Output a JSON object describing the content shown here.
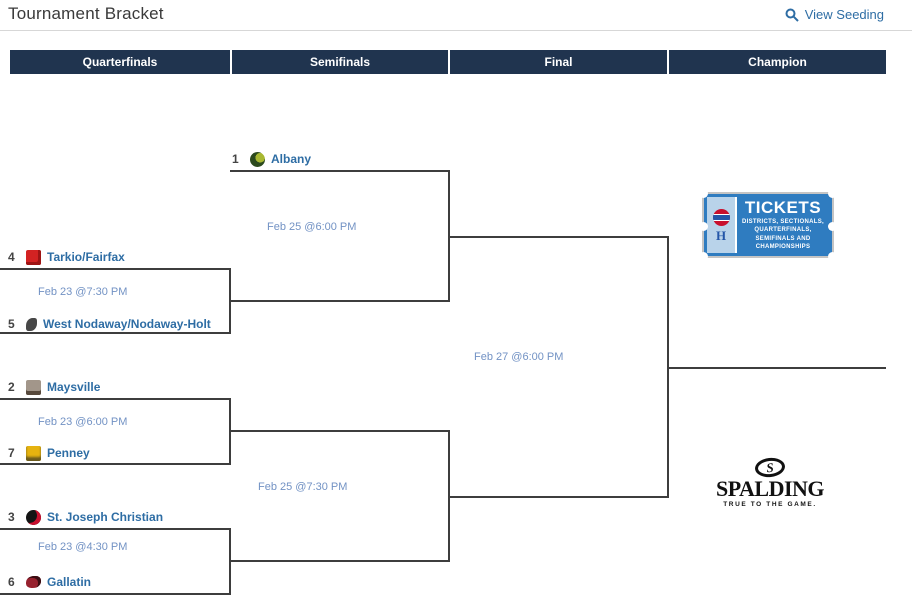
{
  "page": {
    "title": "Tournament Bracket",
    "view_seeding": "View Seeding"
  },
  "round_headers": [
    {
      "label": "Quarterfinals"
    },
    {
      "label": "Semifinals"
    },
    {
      "label": "Final"
    },
    {
      "label": "Champion"
    }
  ],
  "teams": [
    {
      "seed": "1",
      "name": "Albany",
      "logo_style": "background:radial-gradient(circle at 68% 38%, #a8b832 0 34%, #2c4a1e 35%);border-radius:50%"
    },
    {
      "seed": "4",
      "name": "Tarkio/Fairfax",
      "logo_style": "background:#d32222;border-radius:2px;box-shadow:inset -3px -3px 0 #9e1414"
    },
    {
      "seed": "5",
      "name": "West Nodaway/Nodaway-Holt",
      "logo_style": "background:#474747;border-radius:60% 20% 60% 20%;width:11px;height:13px"
    },
    {
      "seed": "2",
      "name": "Maysville",
      "logo_style": "background:#a2968a;border-radius:2px;box-shadow:inset 0 -4px 0 #57493c"
    },
    {
      "seed": "7",
      "name": "Penney",
      "logo_style": "background:#e6b310;border-radius:2px;box-shadow:inset 0 -4px 2px #6b5b1f"
    },
    {
      "seed": "3",
      "name": "St. Joseph Christian",
      "logo_style": "background:#141414;border-radius:50%;box-shadow:inset -4px -2px 0 #c8102e"
    },
    {
      "seed": "6",
      "name": "Gallatin",
      "logo_style": "background:#97212e;border-radius:55% 35% 55% 35%;box-shadow:inset -3px 2px 0 #3a0d12;height:12px"
    }
  ],
  "games": {
    "sf1": {
      "datetime": "Feb 25 @6:00 PM"
    },
    "qf1": {
      "datetime": "Feb 23 @7:30 PM"
    },
    "final": {
      "datetime": "Feb 27 @6:00 PM"
    },
    "qf2": {
      "datetime": "Feb 23 @6:00 PM"
    },
    "sf2": {
      "datetime": "Feb 25 @7:30 PM"
    },
    "qf3": {
      "datetime": "Feb 23 @4:30 PM"
    }
  },
  "sponsors": {
    "tickets": {
      "title": "TICKETS",
      "caption": "DISTRICTS, SECTIONALS, QUARTERFINALS, SEMIFINALS AND CHAMPIONSHIPS",
      "stub_letter": "H"
    },
    "spalding": {
      "mark": "S",
      "name": "SPALDING",
      "tagline": "TRUE TO THE GAME."
    }
  },
  "colors": {
    "header_bg": "#20344f",
    "link_blue": "#2e6da4",
    "date_blue": "#7292c4",
    "bracket_line": "#3d3d3d",
    "ticket_blue": "#2f7cc0",
    "ticket_stub_blue": "#b9d3ea"
  }
}
